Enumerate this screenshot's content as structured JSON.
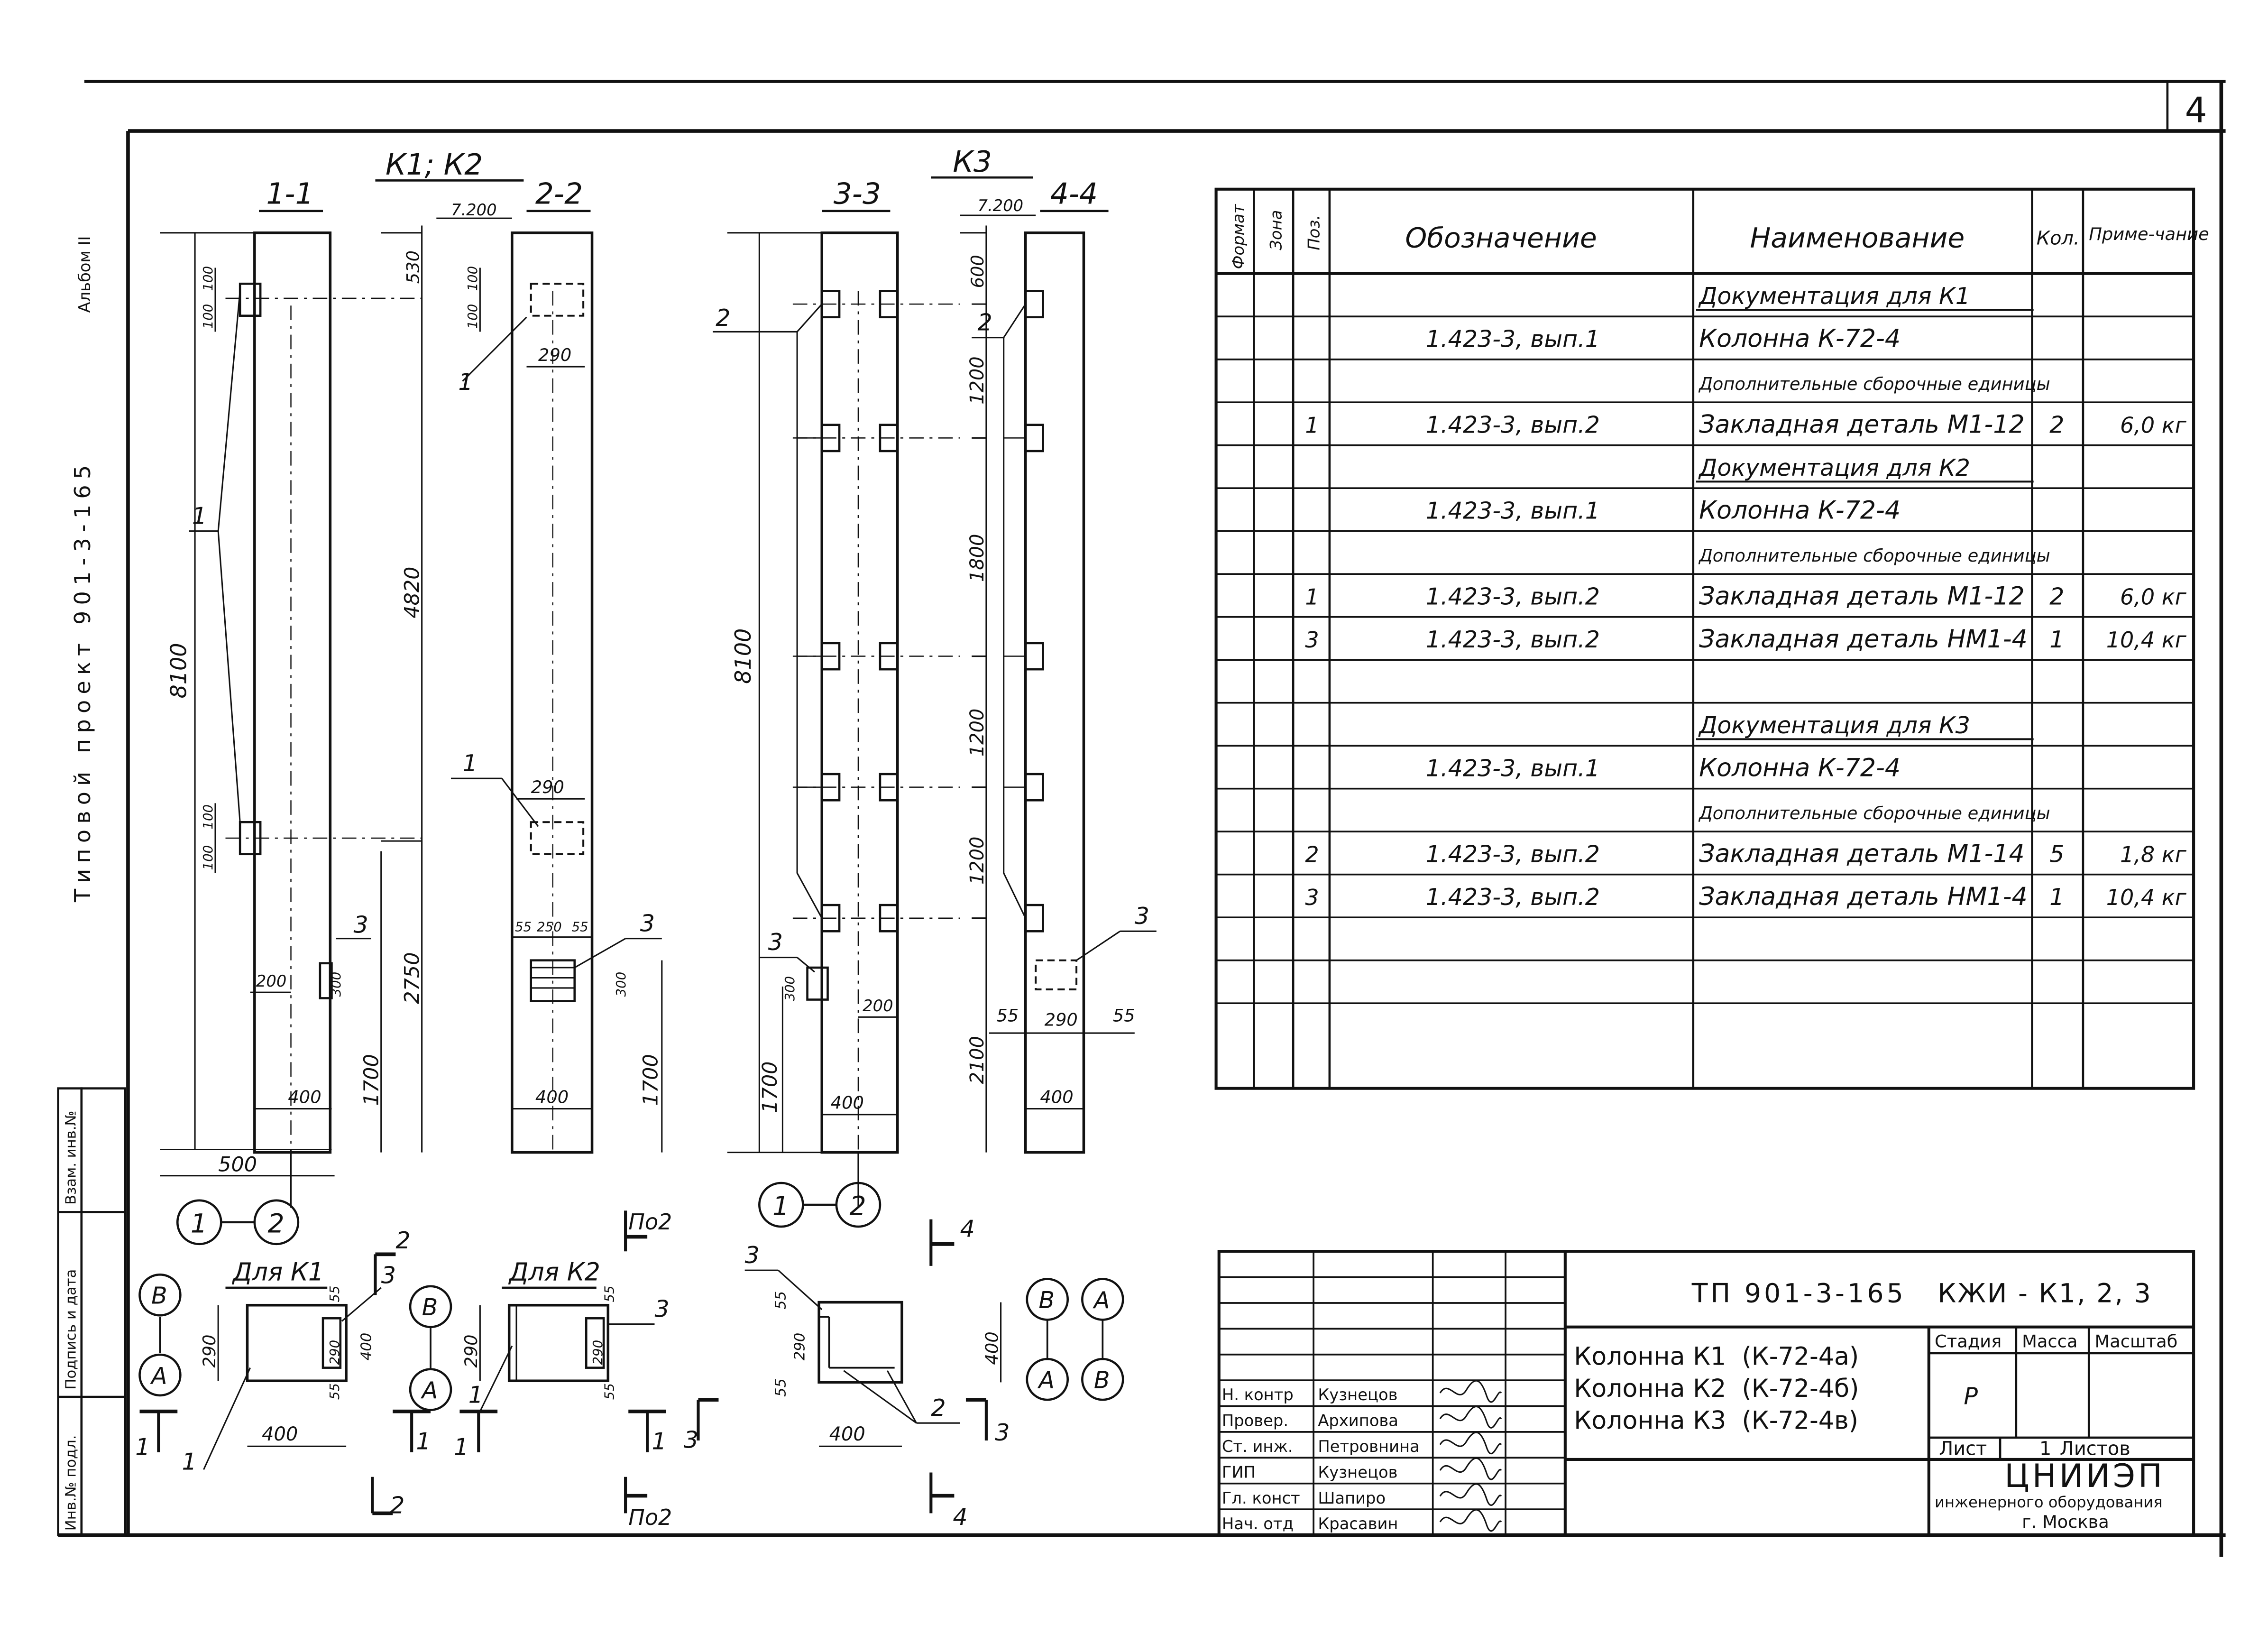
{
  "sheet": {
    "sheet_number": "4",
    "left_margin_vertical": "Типовой проект 901-3-165",
    "left_margin_small": "Альбом II",
    "side_stamp": [
      "Инв.№ подл.",
      "Подпись и дата",
      "Взам. инв.№"
    ]
  },
  "drawing": {
    "group_k1k2_title": "К1; К2",
    "group_k3_title": "К3",
    "sections": [
      "1-1",
      "2-2",
      "3-3",
      "4-4"
    ],
    "level_k1k2": "7.200",
    "level_k3": "7.200",
    "dims": {
      "h8100": "8100",
      "h8100_k3": "8100",
      "d530": "530",
      "d4820": "4820",
      "d2750": "2750",
      "d1700a": "1700",
      "d1700b": "1700",
      "d600": "600",
      "d1200a": "1200",
      "d1800": "1800",
      "d1200b": "1200",
      "d1200c": "1200",
      "d2100": "2100",
      "d1700c": "1700",
      "d100a": "100",
      "d100b": "100",
      "d100c": "100",
      "d100d": "100",
      "d100e": "100",
      "d100f": "100",
      "d290a": "290",
      "d290b": "290",
      "d200a": "200",
      "d300a": "300",
      "d300b": "300",
      "d300c": "300",
      "d400a": "400",
      "d400b": "400",
      "d400c": "400",
      "d400d": "400",
      "d500": "500",
      "d55a": "55",
      "d250": "250",
      "d55b": "55",
      "d200b": "200",
      "d55c": "55",
      "d290c": "290",
      "d55d": "55"
    },
    "callouts": {
      "p1a": "1",
      "p1b": "1",
      "p1c": "1",
      "p2a": "2",
      "p2b": "2",
      "p3a": "3",
      "p3b": "3",
      "p3c": "3",
      "p3d": "3"
    },
    "axes": {
      "a1": "1",
      "a2": "2",
      "b1": "1",
      "b2": "2"
    },
    "plans": {
      "k1_title": "Для К1",
      "k2_title": "Для К2",
      "section_po2": "По2",
      "section_po2_b": "По2",
      "axis_B": "В",
      "axis_A": "А",
      "axis_B2": "В",
      "axis_A2": "А",
      "axis_B3": "В",
      "axis_A3": "А",
      "axis_B4": "В",
      "axis_A4": "А",
      "cut_1": "1",
      "cut_1b": "1",
      "cut_1c": "1",
      "cut_1d": "1",
      "cut_2": "2",
      "cut_2b": "2",
      "cut_3": "3",
      "cut_3b": "3",
      "cut_4": "4",
      "cut_4b": "4",
      "dim_290": "290",
      "dim_400": "400",
      "dim_55": "55",
      "dim_290b": "290",
      "dim_400b": "400",
      "dim_55b": "55",
      "dim_290c": "290",
      "dim_55c": "55",
      "dim_290d": "290",
      "dim_55d": "55",
      "dim_400c": "400",
      "dim_400d": "400",
      "dim_55e": "55",
      "dim_290e": "290",
      "dim_55f": "55",
      "pos_1a": "1",
      "pos_3a": "3",
      "pos_1b": "1",
      "pos_3b": "3",
      "pos_3c": "3",
      "pos_2a": "2"
    }
  },
  "spec": {
    "headers": [
      "Формат",
      "Зона",
      "Поз.",
      "Обозначение",
      "Наименование",
      "Кол.",
      "Приме-чание"
    ],
    "rows": [
      {
        "fmt": "",
        "zone": "",
        "pos": "",
        "code": "",
        "name": "Документация для К1",
        "qty": "",
        "note": ""
      },
      {
        "fmt": "",
        "zone": "",
        "pos": "",
        "code": "1.423-3, вып.1",
        "name": "Колонна К-72-4",
        "qty": "",
        "note": ""
      },
      {
        "fmt": "",
        "zone": "",
        "pos": "",
        "code": "",
        "name": "Дополнительные сборочные единицы",
        "qty": "",
        "note": ""
      },
      {
        "fmt": "",
        "zone": "",
        "pos": "1",
        "code": "1.423-3, вып.2",
        "name": "Закладная деталь   М1-12",
        "qty": "2",
        "note": "6,0 кг"
      },
      {
        "fmt": "",
        "zone": "",
        "pos": "",
        "code": "",
        "name": "Документация для К2",
        "qty": "",
        "note": ""
      },
      {
        "fmt": "",
        "zone": "",
        "pos": "",
        "code": "1.423-3, вып.1",
        "name": "Колонна К-72-4",
        "qty": "",
        "note": ""
      },
      {
        "fmt": "",
        "zone": "",
        "pos": "",
        "code": "",
        "name": "Дополнительные сборочные единицы",
        "qty": "",
        "note": ""
      },
      {
        "fmt": "",
        "zone": "",
        "pos": "1",
        "code": "1.423-3, вып.2",
        "name": "Закладная деталь   М1-12",
        "qty": "2",
        "note": "6,0 кг"
      },
      {
        "fmt": "",
        "zone": "",
        "pos": "3",
        "code": "1.423-3, вып.2",
        "name": "Закладная деталь   НМ1-4",
        "qty": "1",
        "note": "10,4 кг"
      },
      {
        "fmt": "",
        "zone": "",
        "pos": "",
        "code": "",
        "name": "",
        "qty": "",
        "note": ""
      },
      {
        "fmt": "",
        "zone": "",
        "pos": "",
        "code": "",
        "name": "Документация для К3",
        "qty": "",
        "note": ""
      },
      {
        "fmt": "",
        "zone": "",
        "pos": "",
        "code": "1.423-3, вып.1",
        "name": "Колонна К-72-4",
        "qty": "",
        "note": ""
      },
      {
        "fmt": "",
        "zone": "",
        "pos": "",
        "code": "",
        "name": "Дополнительные сборочные единицы",
        "qty": "",
        "note": ""
      },
      {
        "fmt": "",
        "zone": "",
        "pos": "2",
        "code": "1.423-3, вып.2",
        "name": "Закладная деталь   М1-14",
        "qty": "5",
        "note": "1,8 кг"
      },
      {
        "fmt": "",
        "zone": "",
        "pos": "3",
        "code": "1.423-3, вып.2",
        "name": "Закладная деталь   НМ1-4",
        "qty": "1",
        "note": "10,4 кг"
      },
      {
        "fmt": "",
        "zone": "",
        "pos": "",
        "code": "",
        "name": "",
        "qty": "",
        "note": ""
      },
      {
        "fmt": "",
        "zone": "",
        "pos": "",
        "code": "",
        "name": "",
        "qty": "",
        "note": ""
      },
      {
        "fmt": "",
        "zone": "",
        "pos": "",
        "code": "",
        "name": "",
        "qty": "",
        "note": ""
      }
    ]
  },
  "title_block": {
    "project_code": "ТП 901-3-165",
    "doc_code": "КЖИ - К1, 2, 3",
    "items": [
      "Колонна К1  (К-72-4а)",
      "Колонна К2  (К-72-4б)",
      "Колонна К3  (К-72-4в)"
    ],
    "stage_label": "Стадия",
    "mass_label": "Масса",
    "scale_label": "Масштаб",
    "stage_value": "Р",
    "sheet_label": "Лист",
    "sheets_label": "Листов",
    "sheets_value": "1",
    "org_name": "ЦНИИЭП",
    "org_sub": "инженерного оборудования",
    "org_city": "г. Москва",
    "roles": [
      {
        "role": "Н. контр",
        "name": "Кузнецов"
      },
      {
        "role": "Провер.",
        "name": "Архипова"
      },
      {
        "role": "Ст. инж.",
        "name": "Петровнина"
      },
      {
        "role": "ГИП",
        "name": "Кузнецов"
      },
      {
        "role": "Гл. конст",
        "name": "Шапиро"
      },
      {
        "role": "Нач. отд",
        "name": "Красавин"
      }
    ]
  }
}
